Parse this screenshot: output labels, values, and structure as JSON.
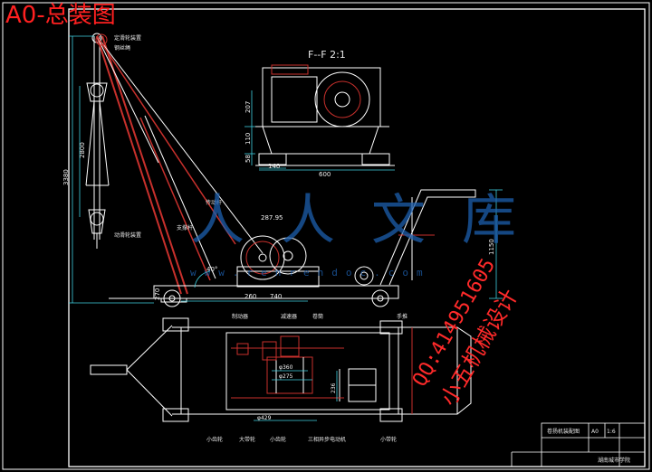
{
  "drawing": {
    "title": "A0-总装图",
    "section_label": "F--F  2:1",
    "watermark": {
      "logo_text": "人人文库",
      "url_text": "www.renrendoc.com",
      "qq_text": "QQ:414951605",
      "designer_text": "小五机械设计"
    },
    "colors": {
      "background": "#000000",
      "line": "#ffffff",
      "accent_red": "#ff2020",
      "part_red": "#c8302c",
      "dim_cyan": "#3fd0e0",
      "watermark_blue": "#1d5fae"
    },
    "leader_labels_left": [
      {
        "id": "l1",
        "text": "定滑轮装置"
      },
      {
        "id": "l2",
        "text": "钢丝绳"
      },
      {
        "id": "l3",
        "text": "动滑轮装置"
      }
    ],
    "leader_labels_mid": [
      {
        "id": "m1",
        "text": "传动杆"
      },
      {
        "id": "m2",
        "text": "支撑杆"
      }
    ],
    "leader_labels_plan": [
      {
        "id": "p1",
        "text": "制动器"
      },
      {
        "id": "p2",
        "text": "减速器"
      },
      {
        "id": "p3",
        "text": "卷筒"
      },
      {
        "id": "p4",
        "text": "手推"
      },
      {
        "id": "p5",
        "text": "小齿轮"
      },
      {
        "id": "p6",
        "text": "大带轮"
      },
      {
        "id": "p7",
        "text": "小齿轮"
      },
      {
        "id": "p8",
        "text": "三相异步电动机"
      },
      {
        "id": "p9",
        "text": "小带轮"
      }
    ],
    "dimensions": {
      "d_3380": "3380",
      "d_2800": "2800",
      "d_1150": "1150",
      "d_287_95": "287.95",
      "d_40": "40°",
      "d_270": "270",
      "d_740": "740",
      "d_260": "260",
      "d_140": "140",
      "d_600": "600",
      "d_58": "58",
      "d_110": "110",
      "d_207": "207",
      "d_phi360": "φ360",
      "d_phi275": "φ275",
      "d_phi429": "φ429",
      "d_236": "236"
    },
    "title_block": {
      "name": "卷扬机装配图",
      "code_a": "A0",
      "code_b": "1:6",
      "school": "湖南城市学院"
    }
  }
}
